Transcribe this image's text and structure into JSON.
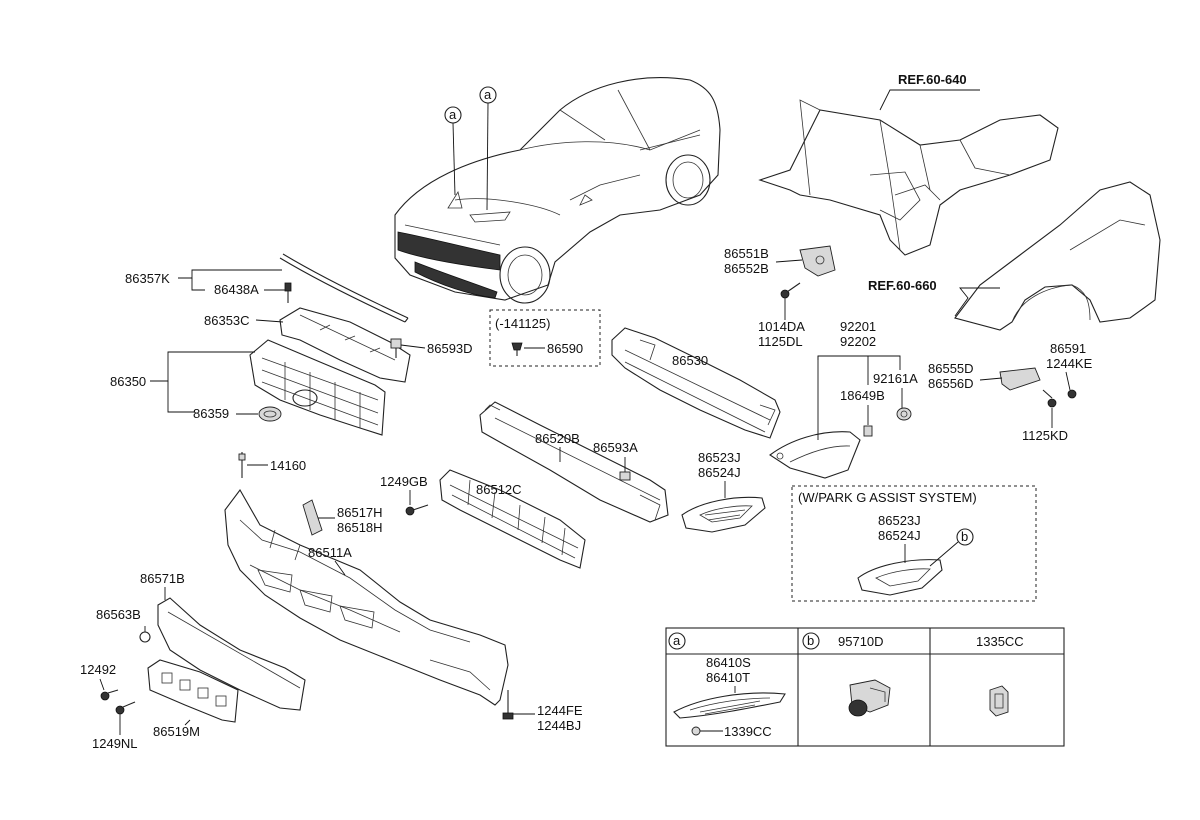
{
  "labels": {
    "ref_60_640": "REF.60-640",
    "ref_60_660": "REF.60-660",
    "p86357K": "86357K",
    "p86438A": "86438A",
    "p86353C": "86353C",
    "p86593D": "86593D",
    "p86350": "86350",
    "p86359": "86359",
    "date_range": "(-141125)",
    "p86590": "86590",
    "p86530": "86530",
    "p86551B": "86551B",
    "p86552B": "86552B",
    "p1014DA": "1014DA",
    "p1125DL": "1125DL",
    "p92201": "92201",
    "p92202": "92202",
    "p92161A": "92161A",
    "p18649B": "18649B",
    "p86555D": "86555D",
    "p86556D": "86556D",
    "p86591": "86591",
    "p1244KE": "1244KE",
    "p1125KD": "1125KD",
    "p86520B": "86520B",
    "p86593A": "86593A",
    "p86523J": "86523J",
    "p86524J": "86524J",
    "p14160": "14160",
    "p1249GB": "1249GB",
    "p86512C": "86512C",
    "p86517H": "86517H",
    "p86518H": "86518H",
    "p86511A": "86511A",
    "park_assist": "(W/PARK G ASSIST SYSTEM)",
    "p86523J_b": "86523J",
    "p86524J_b": "86524J",
    "p86571B": "86571B",
    "p86563B": "86563B",
    "p12492": "12492",
    "p1249NL": "1249NL",
    "p86519M": "86519M",
    "p1244FE": "1244FE",
    "p1244BJ": "1244BJ",
    "callout_a": "a",
    "callout_b": "b"
  },
  "legend_table": {
    "col_a_key": "a",
    "col_b_key": "b",
    "col_b_part": "95710D",
    "col_c_part": "1335CC",
    "a_part_1": "86410S",
    "a_part_2": "86410T",
    "a_part_3": "1339CC"
  }
}
